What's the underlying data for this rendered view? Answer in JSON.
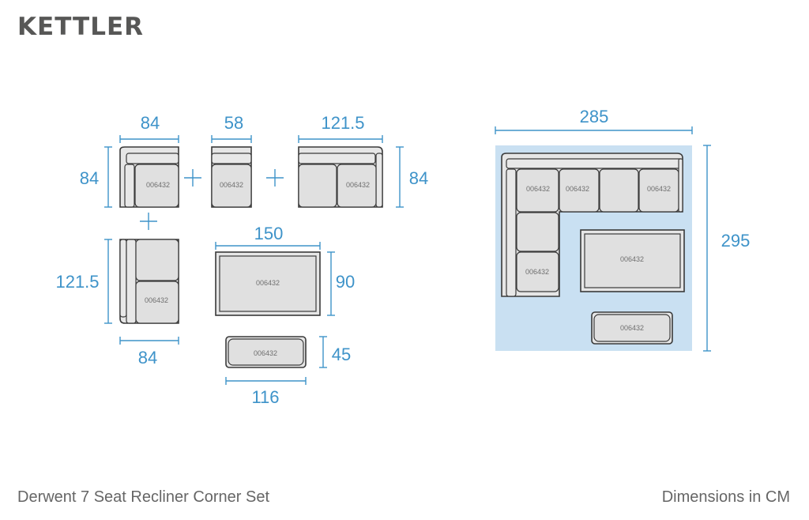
{
  "brand": "KETTLER",
  "title": "Derwent 7 Seat Recliner Corner Set",
  "units_note": "Dimensions in CM",
  "code": "006432",
  "colors": {
    "dimension": "#3e93c9",
    "layout_background": "#c9e0f2",
    "outline": "#3a3a3a",
    "fill": "#e6e6e6"
  },
  "pieces": {
    "corner": {
      "width": "84",
      "depth": "84"
    },
    "armless": {
      "width": "58"
    },
    "two_seat": {
      "width": "121.5",
      "depth": "84"
    },
    "side_two_seat": {
      "length": "121.5",
      "width": "84"
    },
    "table": {
      "width": "150",
      "depth": "90"
    },
    "footstool": {
      "width": "116",
      "depth": "45"
    }
  },
  "layout": {
    "width": "285",
    "depth": "295"
  }
}
